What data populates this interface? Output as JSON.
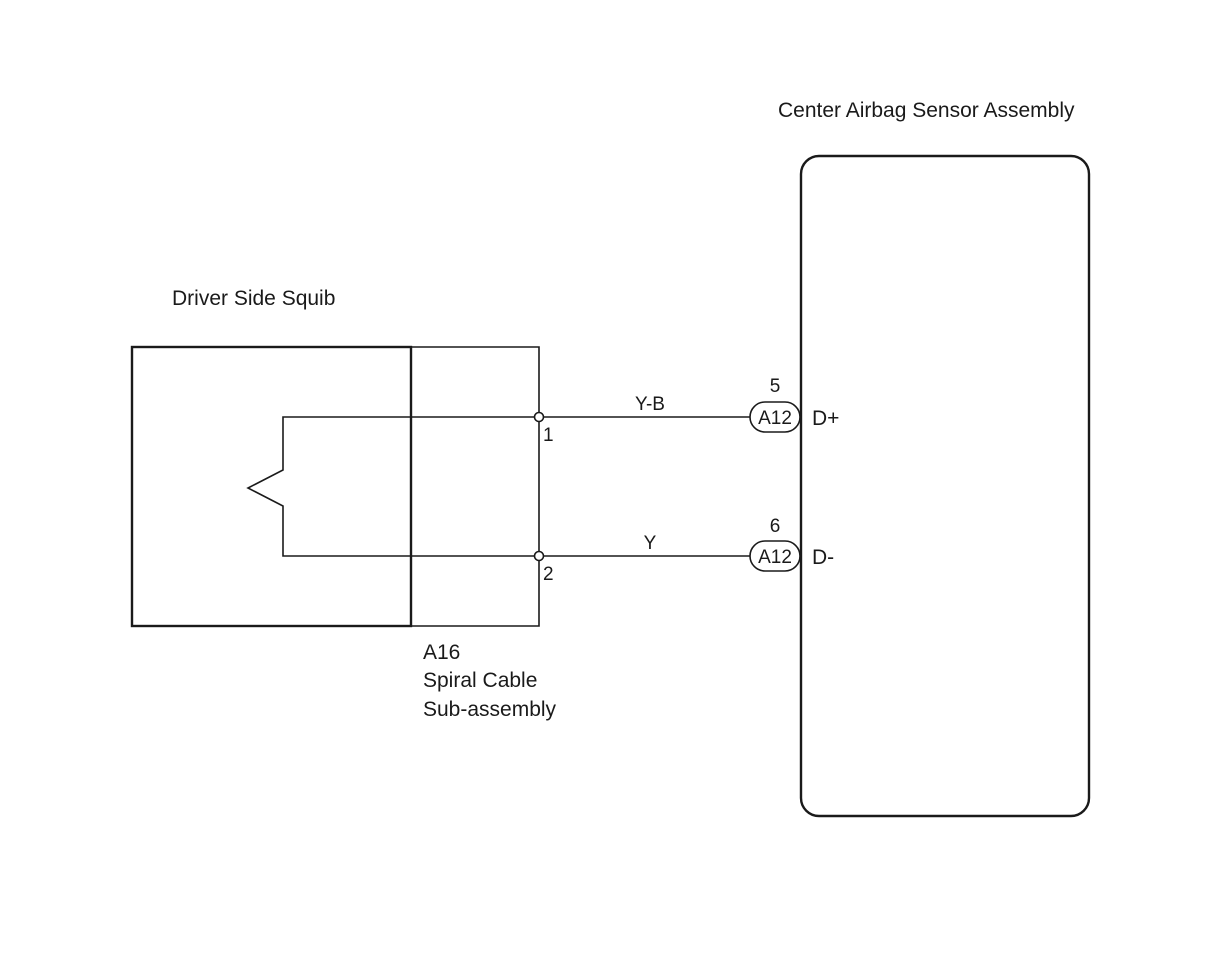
{
  "diagram": {
    "ecu": {
      "title": "Center Airbag Sensor Assembly",
      "terminals": [
        {
          "pin": "5",
          "connector": "A12",
          "signal": "D+",
          "wire_color": "Y-B"
        },
        {
          "pin": "6",
          "connector": "A12",
          "signal": "D-",
          "wire_color": "Y"
        }
      ]
    },
    "squib": {
      "title": "Driver Side Squib"
    },
    "spiral_cable": {
      "connector": "A16",
      "name_line1": "Spiral Cable",
      "name_line2": "Sub-assembly",
      "pins": [
        "1",
        "2"
      ]
    }
  }
}
